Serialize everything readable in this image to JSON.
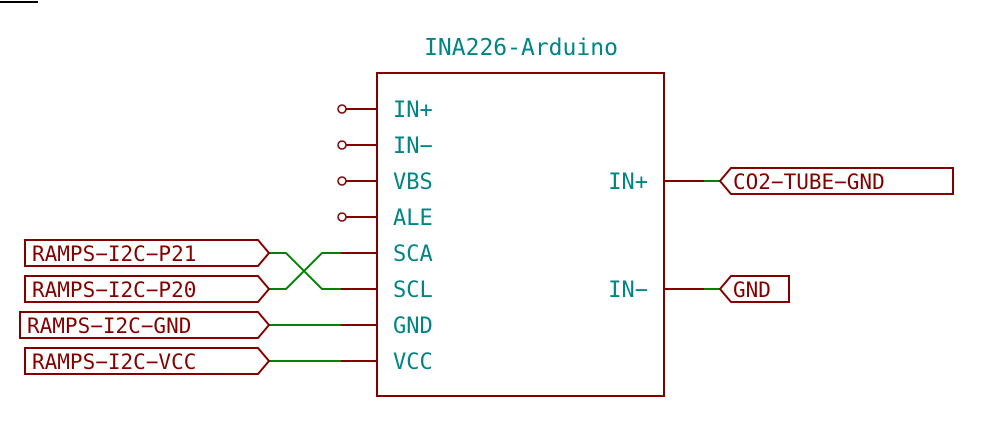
{
  "component": {
    "title": "INA226-Arduino",
    "left_pins": [
      {
        "name": "IN+",
        "unconnected": true
      },
      {
        "name": "IN−",
        "unconnected": true
      },
      {
        "name": "VBS",
        "unconnected": true
      },
      {
        "name": "ALE",
        "unconnected": true
      },
      {
        "name": "SCA",
        "unconnected": false
      },
      {
        "name": "SCL",
        "unconnected": false
      },
      {
        "name": "GND",
        "unconnected": false
      },
      {
        "name": "VCC",
        "unconnected": false
      }
    ],
    "right_pins": [
      {
        "name": "IN+"
      },
      {
        "name": "IN−"
      }
    ]
  },
  "left_labels": [
    {
      "text": "RAMPS−I2C−P21",
      "connects_to": "SCL"
    },
    {
      "text": "RAMPS−I2C−P20",
      "connects_to": "SCA"
    },
    {
      "text": "RAMPS−I2C−GND",
      "connects_to": "GND"
    },
    {
      "text": "RAMPS−I2C−VCC",
      "connects_to": "VCC"
    }
  ],
  "right_labels": [
    {
      "text": "CO2−TUBE−GND",
      "connects_to": "IN+"
    },
    {
      "text": "GND",
      "connects_to": "IN−"
    }
  ],
  "colors": {
    "component_body": "#840000",
    "pin_text": "#008484",
    "wire": "#008400",
    "label_border": "#840000",
    "label_text": "#840000"
  }
}
